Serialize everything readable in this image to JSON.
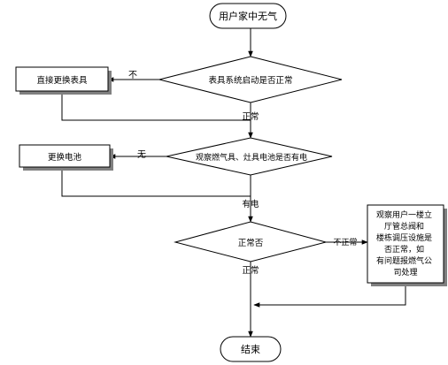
{
  "nodes": {
    "start": "用户家中无气",
    "check_meter": "表具系统启动是否正常",
    "replace_meter": "直接更换表具",
    "check_battery": "观察燃气具、灶具电池是否有电",
    "replace_battery": "更换电池",
    "normal_check": "正常否",
    "inspect_lines": [
      "观察用户一楼立",
      "厅管总阀和",
      "楼栋调压设施是",
      "否正常，如",
      "有问题报燃气公",
      "司处理"
    ],
    "end": "结束"
  },
  "edges": {
    "no": "不",
    "normal_1": "正常",
    "none": "无",
    "has_power": "有电",
    "abnormal": "不正常",
    "normal_2": "正常"
  }
}
